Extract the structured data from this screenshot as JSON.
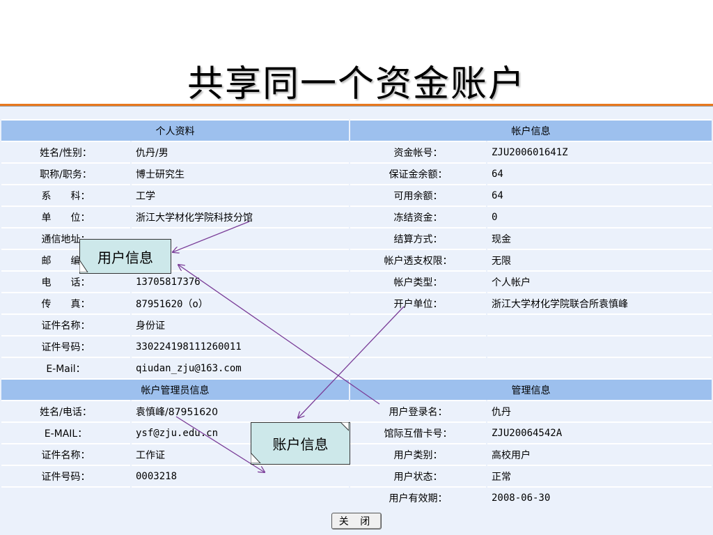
{
  "slide": {
    "title": "共享同一个资金账户"
  },
  "sections": {
    "personal": "个人资料",
    "account": "帐户信息",
    "admin": "帐户管理员信息",
    "management": "管理信息"
  },
  "personal_rows": [
    {
      "label": "姓名/性别：",
      "value": "仇丹/男"
    },
    {
      "label": "职称/职务：",
      "value": "博士研究生"
    },
    {
      "label": "系　　科：",
      "value": "工学"
    },
    {
      "label": "单　　位：",
      "value": "浙江大学材化学院科技分馆"
    },
    {
      "label": "通信地址：",
      "value": ""
    },
    {
      "label": "邮　　编：",
      "value": ""
    },
    {
      "label": "电　　话：",
      "value": "13705817376"
    },
    {
      "label": "传　　真：",
      "value": "87951620（o）"
    },
    {
      "label": "证件名称：",
      "value": "身份证"
    },
    {
      "label": "证件号码：",
      "value": "330224198111260011"
    },
    {
      "label": "E-Mail：",
      "value": "qiudan_zju@163.com"
    }
  ],
  "account_rows": [
    {
      "label": "资金帐号：",
      "value": "ZJU200601641Z"
    },
    {
      "label": "保证金余额：",
      "value": "64"
    },
    {
      "label": "可用余额：",
      "value": "64"
    },
    {
      "label": "冻结资金：",
      "value": "0"
    },
    {
      "label": "结算方式：",
      "value": "现金"
    },
    {
      "label": "帐户透支权限：",
      "value": "无限"
    },
    {
      "label": "帐户类型：",
      "value": "个人帐户"
    },
    {
      "label": "开户单位：",
      "value": "浙江大学材化学院联合所袁慎峰"
    },
    {
      "label": "",
      "value": ""
    },
    {
      "label": "",
      "value": ""
    },
    {
      "label": "",
      "value": ""
    }
  ],
  "admin_rows": [
    {
      "label": "姓名/电话：",
      "value": "袁慎峰/87951620"
    },
    {
      "label": "E-MAIL：",
      "value": "ysf@zju.edu.cn"
    },
    {
      "label": "证件名称：",
      "value": "工作证"
    },
    {
      "label": "证件号码：",
      "value": "0003218"
    },
    {
      "label": "",
      "value": ""
    }
  ],
  "management_rows": [
    {
      "label": "用户登录名：",
      "value": "仇丹"
    },
    {
      "label": "馆际互借卡号：",
      "value": "ZJU20064542A"
    },
    {
      "label": "用户类别：",
      "value": "高校用户"
    },
    {
      "label": "用户状态：",
      "value": "正常"
    },
    {
      "label": "用户有效期：",
      "value": "2008-06-30"
    }
  ],
  "buttons": {
    "close": "关 闭"
  },
  "callouts": {
    "user_info": "用户信息",
    "account_info": "账户信息"
  },
  "colors": {
    "header_bg": "#9dc0ee",
    "row_bg": "#ebf1fb",
    "callout_bg": "#cde8ea",
    "rule": "#e8781e",
    "arrow": "#7a3d98"
  }
}
